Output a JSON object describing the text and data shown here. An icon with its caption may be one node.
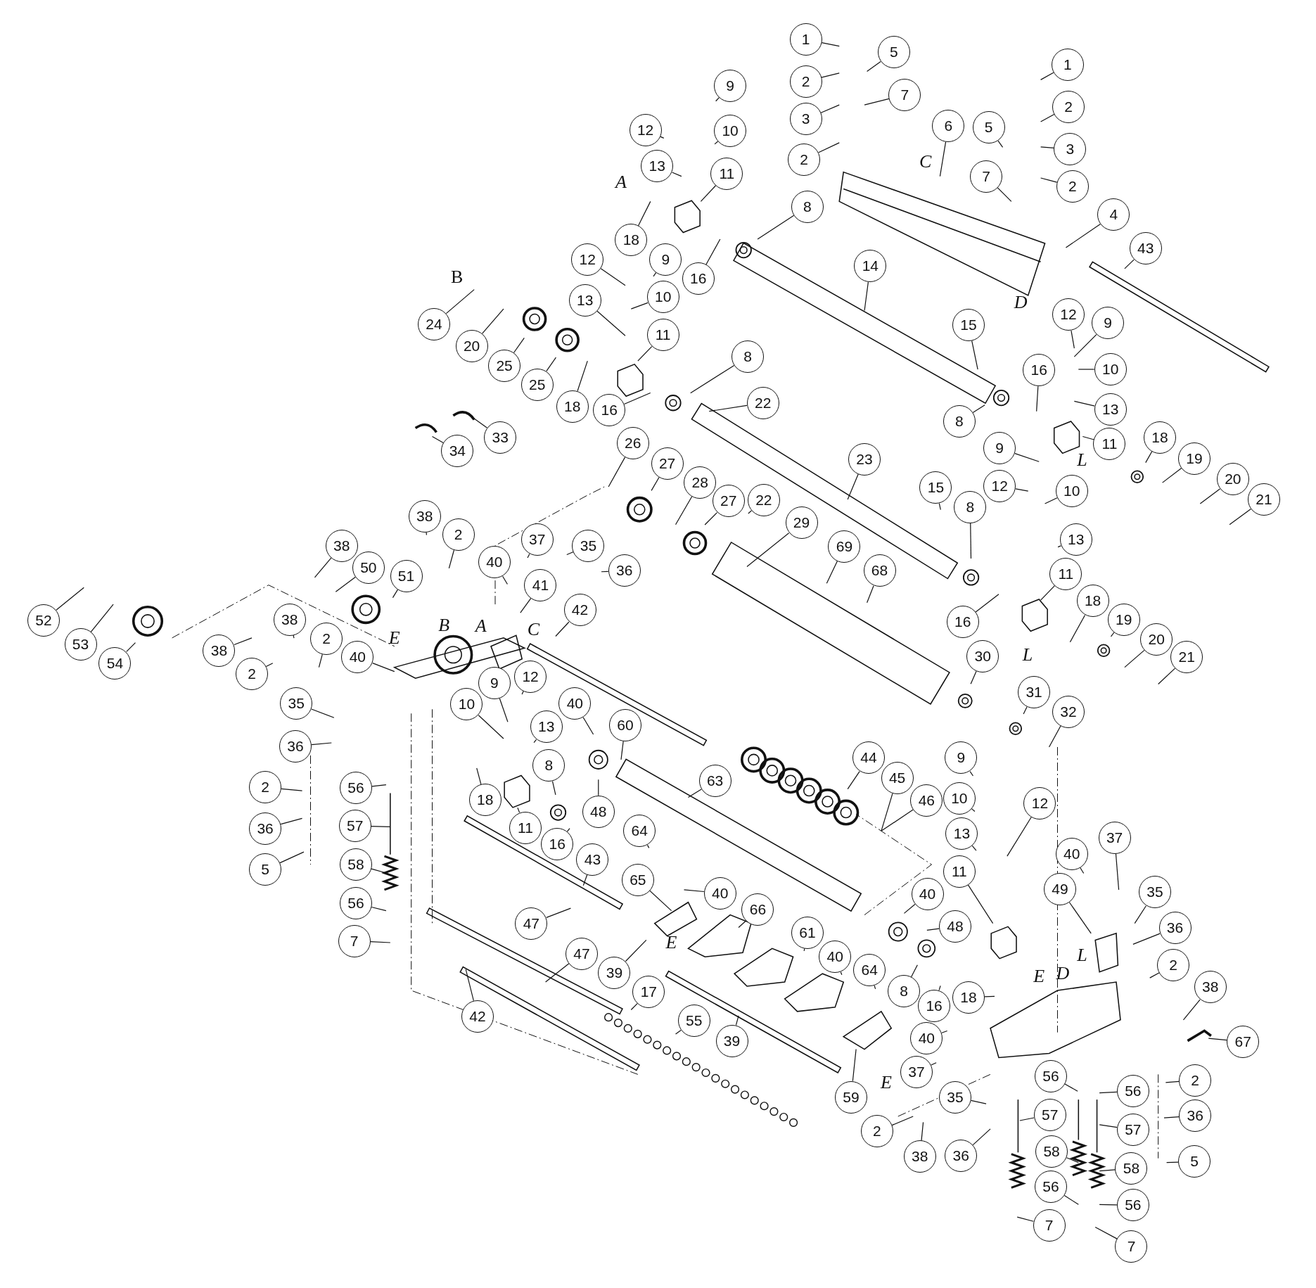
{
  "diagram": {
    "nodes": [
      {
        "text": [
          "1"
        ]
      },
      {
        "text": [
          "5"
        ]
      },
      {
        "text": [
          "2"
        ]
      },
      {
        "text": [
          "1"
        ]
      },
      {
        "text": [
          "7"
        ]
      },
      {
        "text": [
          "3"
        ]
      },
      {
        "text": [
          "2"
        ]
      },
      {
        "text": [
          "9"
        ]
      },
      {
        "text": [
          "6"
        ]
      },
      {
        "text": [
          "5"
        ]
      },
      {
        "text": [
          "3"
        ]
      },
      {
        "text": [
          "12"
        ]
      },
      {
        "text": [
          "10"
        ]
      },
      {
        "text": [
          "2"
        ]
      },
      {
        "text": [
          "13"
        ]
      },
      {
        "text": [
          "11"
        ]
      },
      {
        "text": [
          "7"
        ]
      },
      {
        "text": [
          "2"
        ]
      },
      {
        "text": [
          "8"
        ]
      },
      {
        "text": [
          "4"
        ]
      },
      {
        "text": [
          "18"
        ]
      },
      {
        "text": [
          "43"
        ]
      },
      {
        "text": [
          "16"
        ]
      },
      {
        "text": [
          "12"
        ]
      },
      {
        "text": [
          "9"
        ]
      },
      {
        "text": [
          "14"
        ]
      },
      {
        "text": [
          "24"
        ]
      },
      {
        "text": [
          "10"
        ]
      },
      {
        "text": [
          "13"
        ]
      },
      {
        "text": [
          "11"
        ]
      },
      {
        "text": [
          "20"
        ]
      },
      {
        "text": [
          "15"
        ]
      },
      {
        "text": [
          "12"
        ]
      },
      {
        "text": [
          "9"
        ]
      },
      {
        "text": [
          "25"
        ]
      },
      {
        "text": [
          "8"
        ]
      },
      {
        "text": [
          "16"
        ]
      },
      {
        "text": [
          "10"
        ]
      },
      {
        "text": [
          "25"
        ]
      },
      {
        "text": [
          "18"
        ]
      },
      {
        "text": [
          "16"
        ]
      },
      {
        "text": [
          "22"
        ]
      },
      {
        "text": [
          "8"
        ]
      },
      {
        "text": [
          "13"
        ]
      },
      {
        "text": [
          "33"
        ]
      },
      {
        "text": [
          "34"
        ]
      },
      {
        "text": [
          "11"
        ]
      },
      {
        "text": [
          "18"
        ]
      },
      {
        "text": [
          "19"
        ]
      },
      {
        "text": [
          "26"
        ]
      },
      {
        "text": [
          "9"
        ]
      },
      {
        "text": [
          "23"
        ]
      },
      {
        "text": [
          "27"
        ]
      },
      {
        "text": [
          "12"
        ]
      },
      {
        "text": [
          "10"
        ]
      },
      {
        "text": [
          "20"
        ]
      },
      {
        "text": [
          "21"
        ]
      },
      {
        "text": [
          "28"
        ]
      },
      {
        "text": [
          "27"
        ]
      },
      {
        "text": [
          "22"
        ]
      },
      {
        "text": [
          "38"
        ]
      },
      {
        "text": [
          "2"
        ]
      },
      {
        "text": [
          "37"
        ]
      },
      {
        "text": [
          "13"
        ]
      },
      {
        "text": [
          "29"
        ]
      },
      {
        "text": [
          "35"
        ]
      },
      {
        "text": [
          "15"
        ]
      },
      {
        "text": [
          "8"
        ]
      },
      {
        "text": [
          "69"
        ]
      },
      {
        "text": [
          "38"
        ]
      },
      {
        "text": [
          "68"
        ]
      },
      {
        "text": [
          "40"
        ]
      },
      {
        "text": [
          "36"
        ]
      },
      {
        "text": [
          "50"
        ]
      },
      {
        "text": [
          "11"
        ]
      },
      {
        "text": [
          "41"
        ]
      },
      {
        "text": [
          "51"
        ]
      },
      {
        "text": [
          "52"
        ]
      },
      {
        "text": [
          "42"
        ]
      },
      {
        "text": [
          "16"
        ]
      },
      {
        "text": [
          "18"
        ]
      },
      {
        "text": [
          "38"
        ]
      },
      {
        "text": [
          "53"
        ]
      },
      {
        "text": [
          "19"
        ]
      },
      {
        "text": [
          "30"
        ]
      },
      {
        "text": [
          "54"
        ]
      },
      {
        "text": [
          "38"
        ]
      },
      {
        "text": [
          "2"
        ]
      },
      {
        "text": [
          "20"
        ]
      },
      {
        "text": [
          "21"
        ]
      },
      {
        "text": [
          "40"
        ]
      },
      {
        "text": [
          "2"
        ]
      },
      {
        "text": [
          "12"
        ]
      },
      {
        "text": [
          "9"
        ]
      },
      {
        "text": [
          "31"
        ]
      },
      {
        "text": [
          "10"
        ]
      },
      {
        "text": [
          "35"
        ]
      },
      {
        "text": [
          "32"
        ]
      },
      {
        "text": [
          "40"
        ]
      },
      {
        "text": [
          "60"
        ]
      },
      {
        "text": [
          "13"
        ]
      },
      {
        "text": [
          "36"
        ]
      },
      {
        "text": [
          "9"
        ]
      },
      {
        "text": [
          "44"
        ]
      },
      {
        "text": [
          "63"
        ]
      },
      {
        "text": [
          "45"
        ]
      },
      {
        "text": [
          "8"
        ]
      },
      {
        "text": [
          "18"
        ]
      },
      {
        "text": [
          "2"
        ]
      },
      {
        "text": [
          "56"
        ]
      },
      {
        "text": [
          "10"
        ]
      },
      {
        "text": [
          "46"
        ]
      },
      {
        "text": [
          "12"
        ]
      },
      {
        "text": [
          "48"
        ]
      },
      {
        "text": [
          "11"
        ]
      },
      {
        "text": [
          "36"
        ]
      },
      {
        "text": [
          "57"
        ]
      },
      {
        "text": [
          "64"
        ]
      },
      {
        "text": [
          "13"
        ]
      },
      {
        "text": [
          "37"
        ]
      },
      {
        "text": [
          "16"
        ]
      },
      {
        "text": [
          "5"
        ]
      },
      {
        "text": [
          "58"
        ]
      },
      {
        "text": [
          "43"
        ]
      },
      {
        "text": [
          "40"
        ]
      },
      {
        "text": [
          "11"
        ]
      },
      {
        "text": [
          "65"
        ]
      },
      {
        "text": [
          "49"
        ]
      },
      {
        "text": [
          "35"
        ]
      },
      {
        "text": [
          "40"
        ]
      },
      {
        "text": [
          "40"
        ]
      },
      {
        "text": [
          "56"
        ]
      },
      {
        "text": [
          "66"
        ]
      },
      {
        "text": [
          "47"
        ]
      },
      {
        "text": [
          "48"
        ]
      },
      {
        "text": [
          "36"
        ]
      },
      {
        "text": [
          "7"
        ]
      },
      {
        "text": [
          "61"
        ]
      },
      {
        "text": [
          "47"
        ]
      },
      {
        "text": [
          "39"
        ]
      },
      {
        "text": [
          "40"
        ]
      },
      {
        "text": [
          "2"
        ]
      },
      {
        "text": [
          "64"
        ]
      },
      {
        "text": [
          "8"
        ]
      },
      {
        "text": [
          "38"
        ]
      },
      {
        "text": [
          "17"
        ]
      },
      {
        "text": [
          "18"
        ]
      },
      {
        "text": [
          "16"
        ]
      },
      {
        "text": [
          "42"
        ]
      },
      {
        "text": [
          "55"
        ]
      },
      {
        "text": [
          "39"
        ]
      },
      {
        "text": [
          "67"
        ]
      },
      {
        "text": [
          "40"
        ]
      },
      {
        "text": [
          "37"
        ]
      },
      {
        "text": [
          "2"
        ]
      },
      {
        "text": [
          "56"
        ]
      },
      {
        "text": [
          "59"
        ]
      },
      {
        "text": [
          "35"
        ]
      },
      {
        "text": [
          "56"
        ]
      },
      {
        "text": [
          "36"
        ]
      },
      {
        "text": [
          "57"
        ]
      },
      {
        "text": [
          "57"
        ]
      },
      {
        "text": [
          "2"
        ]
      },
      {
        "text": [
          "58"
        ]
      },
      {
        "text": [
          "36"
        ]
      },
      {
        "text": [
          "38"
        ]
      },
      {
        "text": [
          "5"
        ]
      },
      {
        "text": [
          "58"
        ]
      },
      {
        "text": [
          "56"
        ]
      },
      {
        "text": [
          "56"
        ]
      },
      {
        "text": [
          "7"
        ]
      },
      {
        "text": [
          "7"
        ]
      }
    ],
    "edges": [
      {
        "from": 0,
        "to": null,
        "arrow": "none"
      },
      {
        "from": 1,
        "to": null,
        "arrow": "none"
      },
      {
        "from": 2,
        "to": null,
        "arrow": "none"
      },
      {
        "from": 3,
        "to": null,
        "arrow": "none"
      },
      {
        "from": 4,
        "to": null,
        "arrow": "none"
      },
      {
        "from": 5,
        "to": null,
        "arrow": "none"
      },
      {
        "from": 6,
        "to": null,
        "arrow": "none"
      },
      {
        "from": 7,
        "to": null,
        "arrow": "none"
      },
      {
        "from": 8,
        "to": null,
        "arrow": "none"
      },
      {
        "from": 9,
        "to": null,
        "arrow": "none"
      },
      {
        "from": 10,
        "to": null,
        "arrow": "none"
      },
      {
        "from": 11,
        "to": null,
        "arrow": "none"
      },
      {
        "from": 12,
        "to": null,
        "arrow": "none"
      },
      {
        "from": 13,
        "to": null,
        "arrow": "none"
      },
      {
        "from": 14,
        "to": null,
        "arrow": "none"
      },
      {
        "from": 15,
        "to": null,
        "arrow": "none"
      },
      {
        "from": 16,
        "to": null,
        "arrow": "none"
      },
      {
        "from": 17,
        "to": null,
        "arrow": "none"
      },
      {
        "from": 18,
        "to": null,
        "arrow": "none"
      },
      {
        "from": 19,
        "to": null,
        "arrow": "none"
      },
      {
        "from": 20,
        "to": null,
        "arrow": "none"
      },
      {
        "from": 21,
        "to": null,
        "arrow": "none"
      },
      {
        "from": 22,
        "to": null,
        "arrow": "none"
      },
      {
        "from": 23,
        "to": null,
        "arrow": "none"
      },
      {
        "from": 24,
        "to": null,
        "arrow": "none"
      },
      {
        "from": 25,
        "to": null,
        "arrow": "none"
      },
      {
        "from": 26,
        "to": null,
        "arrow": "none"
      },
      {
        "from": 27,
        "to": null,
        "arrow": "none"
      },
      {
        "from": 28,
        "to": null,
        "arrow": "none"
      },
      {
        "from": 29,
        "to": null,
        "arrow": "none"
      },
      {
        "from": 30,
        "to": null,
        "arrow": "none"
      },
      {
        "from": 31,
        "to": null,
        "arrow": "none"
      },
      {
        "from": 32,
        "to": null,
        "arrow": "none"
      },
      {
        "from": 33,
        "to": null,
        "arrow": "none"
      },
      {
        "from": 34,
        "to": null,
        "arrow": "none"
      },
      {
        "from": 35,
        "to": null,
        "arrow": "none"
      },
      {
        "from": 36,
        "to": null,
        "arrow": "none"
      },
      {
        "from": 37,
        "to": null,
        "arrow": "none"
      },
      {
        "from": 38,
        "to": null,
        "arrow": "none"
      },
      {
        "from": 39,
        "to": null,
        "arrow": "none"
      },
      {
        "from": 40,
        "to": null,
        "arrow": "none"
      },
      {
        "from": 41,
        "to": null,
        "arrow": "none"
      },
      {
        "from": 42,
        "to": null,
        "arrow": "none"
      },
      {
        "from": 43,
        "to": null,
        "arrow": "none"
      },
      {
        "from": 44,
        "to": null,
        "arrow": "none"
      },
      {
        "from": 45,
        "to": null,
        "arrow": "none"
      },
      {
        "from": 46,
        "to": null,
        "arrow": "none"
      },
      {
        "from": 47,
        "to": null,
        "arrow": "none"
      },
      {
        "from": 48,
        "to": null,
        "arrow": "none"
      },
      {
        "from": 49,
        "to": null,
        "arrow": "none"
      },
      {
        "from": 50,
        "to": null,
        "arrow": "none"
      },
      {
        "from": 51,
        "to": null,
        "arrow": "none"
      },
      {
        "from": 52,
        "to": null,
        "arrow": "none"
      },
      {
        "from": 53,
        "to": null,
        "arrow": "none"
      },
      {
        "from": 54,
        "to": null,
        "arrow": "none"
      },
      {
        "from": 55,
        "to": null,
        "arrow": "none"
      },
      {
        "from": 56,
        "to": null,
        "arrow": "none"
      },
      {
        "from": 57,
        "to": null,
        "arrow": "none"
      },
      {
        "from": 58,
        "to": null,
        "arrow": "none"
      },
      {
        "from": 59,
        "to": null,
        "arrow": "none"
      },
      {
        "from": 60,
        "to": null,
        "arrow": "none"
      },
      {
        "from": 61,
        "to": null,
        "arrow": "none"
      },
      {
        "from": 62,
        "to": null,
        "arrow": "none"
      },
      {
        "from": 63,
        "to": null,
        "arrow": "none"
      },
      {
        "from": 64,
        "to": null,
        "arrow": "none"
      },
      {
        "from": 65,
        "to": null,
        "arrow": "none"
      },
      {
        "from": 66,
        "to": null,
        "arrow": "none"
      },
      {
        "from": 67,
        "to": null,
        "arrow": "none"
      },
      {
        "from": 68,
        "to": null,
        "arrow": "none"
      },
      {
        "from": 69,
        "to": null,
        "arrow": "none"
      },
      {
        "from": 70,
        "to": null,
        "arrow": "none"
      },
      {
        "from": 71,
        "to": null,
        "arrow": "none"
      },
      {
        "from": 72,
        "to": null,
        "arrow": "none"
      },
      {
        "from": 73,
        "to": null,
        "arrow": "none"
      },
      {
        "from": 74,
        "to": null,
        "arrow": "none"
      },
      {
        "from": 75,
        "to": null,
        "arrow": "none"
      },
      {
        "from": 76,
        "to": null,
        "arrow": "none"
      },
      {
        "from": 77,
        "to": null,
        "arrow": "none"
      },
      {
        "from": 78,
        "to": null,
        "arrow": "none"
      },
      {
        "from": 79,
        "to": null,
        "arrow": "none"
      },
      {
        "from": 80,
        "to": null,
        "arrow": "none"
      },
      {
        "from": 81,
        "to": null,
        "arrow": "none"
      },
      {
        "from": 82,
        "to": null,
        "arrow": "none"
      },
      {
        "from": 83,
        "to": null,
        "arrow": "none"
      },
      {
        "from": 84,
        "to": null,
        "arrow": "none"
      },
      {
        "from": 85,
        "to": null,
        "arrow": "none"
      },
      {
        "from": 86,
        "to": null,
        "arrow": "none"
      },
      {
        "from": 87,
        "to": null,
        "arrow": "none"
      },
      {
        "from": 88,
        "to": null,
        "arrow": "none"
      },
      {
        "from": 89,
        "to": null,
        "arrow": "none"
      },
      {
        "from": 90,
        "to": null,
        "arrow": "none"
      },
      {
        "from": 91,
        "to": null,
        "arrow": "none"
      },
      {
        "from": 92,
        "to": null,
        "arrow": "none"
      },
      {
        "from": 93,
        "to": null,
        "arrow": "none"
      },
      {
        "from": 94,
        "to": null,
        "arrow": "none"
      },
      {
        "from": 95,
        "to": null,
        "arrow": "none"
      },
      {
        "from": 96,
        "to": null,
        "arrow": "none"
      },
      {
        "from": 97,
        "to": null,
        "arrow": "none"
      },
      {
        "from": 98,
        "to": null,
        "arrow": "none"
      },
      {
        "from": 99,
        "to": null,
        "arrow": "none"
      },
      {
        "from": 100,
        "to": null,
        "arrow": "none"
      },
      {
        "from": 101,
        "to": null,
        "arrow": "none"
      },
      {
        "from": 102,
        "to": null,
        "arrow": "none"
      },
      {
        "from": 103,
        "to": null,
        "arrow": "none"
      },
      {
        "from": 104,
        "to": null,
        "arrow": "none"
      },
      {
        "from": 105,
        "to": null,
        "arrow": "none"
      },
      {
        "from": 106,
        "to": null,
        "arrow": "none"
      },
      {
        "from": 107,
        "to": null,
        "arrow": "none"
      },
      {
        "from": 108,
        "to": null,
        "arrow": "none"
      },
      {
        "from": 109,
        "to": null,
        "arrow": "none"
      },
      {
        "from": 110,
        "to": null,
        "arrow": "none"
      },
      {
        "from": 111,
        "to": null,
        "arrow": "none"
      },
      {
        "from": 112,
        "to": null,
        "arrow": "none"
      },
      {
        "from": 113,
        "to": null,
        "arrow": "none"
      },
      {
        "from": 114,
        "to": null,
        "arrow": "none"
      },
      {
        "from": 115,
        "to": null,
        "arrow": "none"
      },
      {
        "from": 116,
        "to": null,
        "arrow": "none"
      },
      {
        "from": 117,
        "to": null,
        "arrow": "none"
      },
      {
        "from": 118,
        "to": null,
        "arrow": "none"
      },
      {
        "from": 119,
        "to": null,
        "arrow": "none"
      },
      {
        "from": 120,
        "to": null,
        "arrow": "none"
      },
      {
        "from": 121,
        "to": null,
        "arrow": "none"
      },
      {
        "from": 122,
        "to": null,
        "arrow": "none"
      },
      {
        "from": 123,
        "to": null,
        "arrow": "none"
      },
      {
        "from": 124,
        "to": null,
        "arrow": "none"
      },
      {
        "from": 125,
        "to": null,
        "arrow": "none"
      },
      {
        "from": 126,
        "to": null,
        "arrow": "none"
      },
      {
        "from": 127,
        "to": null,
        "arrow": "none"
      },
      {
        "from": 128,
        "to": null,
        "arrow": "none"
      },
      {
        "from": 129,
        "to": null,
        "arrow": "none"
      },
      {
        "from": 130,
        "to": null,
        "arrow": "none"
      },
      {
        "from": 131,
        "to": null,
        "arrow": "none"
      },
      {
        "from": 132,
        "to": null,
        "arrow": "none"
      },
      {
        "from": 133,
        "to": null,
        "arrow": "none"
      },
      {
        "from": 134,
        "to": null,
        "arrow": "none"
      },
      {
        "from": 135,
        "to": null,
        "arrow": "none"
      },
      {
        "from": 136,
        "to": null,
        "arrow": "none"
      },
      {
        "from": 137,
        "to": null,
        "arrow": "none"
      },
      {
        "from": 138,
        "to": null,
        "arrow": "none"
      },
      {
        "from": 139,
        "to": null,
        "arrow": "none"
      },
      {
        "from": 140,
        "to": null,
        "arrow": "none"
      },
      {
        "from": 141,
        "to": null,
        "arrow": "none"
      },
      {
        "from": 142,
        "to": null,
        "arrow": "none"
      },
      {
        "from": 143,
        "to": null,
        "arrow": "none"
      },
      {
        "from": 144,
        "to": null,
        "arrow": "none"
      },
      {
        "from": 145,
        "to": null,
        "arrow": "none"
      },
      {
        "from": 146,
        "to": null,
        "arrow": "none"
      },
      {
        "from": 147,
        "to": null,
        "arrow": "none"
      },
      {
        "from": 148,
        "to": null,
        "arrow": "none"
      },
      {
        "from": 149,
        "to": null,
        "arrow": "none"
      },
      {
        "from": 150,
        "to": null,
        "arrow": "none"
      },
      {
        "from": 151,
        "to": null,
        "arrow": "none"
      },
      {
        "from": 152,
        "to": null,
        "arrow": "none"
      },
      {
        "from": 153,
        "to": null,
        "arrow": "none"
      },
      {
        "from": 154,
        "to": null,
        "arrow": "none"
      },
      {
        "from": 155,
        "to": null,
        "arrow": "none"
      },
      {
        "from": 156,
        "to": null,
        "arrow": "none"
      },
      {
        "from": 157,
        "to": null,
        "arrow": "none"
      },
      {
        "from": 158,
        "to": null,
        "arrow": "none"
      },
      {
        "from": 159,
        "to": null,
        "arrow": "none"
      },
      {
        "from": 160,
        "to": null,
        "arrow": "none"
      },
      {
        "from": 161,
        "to": null,
        "arrow": "none"
      },
      {
        "from": 162,
        "to": null,
        "arrow": "none"
      },
      {
        "from": 163,
        "to": null,
        "arrow": "none"
      },
      {
        "from": 164,
        "to": null,
        "arrow": "none"
      },
      {
        "from": 165,
        "to": null,
        "arrow": "none"
      },
      {
        "from": 166,
        "to": null,
        "arrow": "none"
      },
      {
        "from": 167,
        "to": null,
        "arrow": "none"
      },
      {
        "from": 168,
        "to": null,
        "arrow": "none"
      },
      {
        "from": 169,
        "to": null,
        "arrow": "none"
      },
      {
        "from": 170,
        "to": null,
        "arrow": "none"
      },
      {
        "from": 171,
        "to": null,
        "arrow": "none"
      }
    ],
    "labels": [
      "A",
      "C",
      "B",
      "D",
      "L",
      "E",
      "B",
      "A",
      "C",
      "L",
      "E",
      "L",
      "E",
      "D",
      "E"
    ]
  }
}
